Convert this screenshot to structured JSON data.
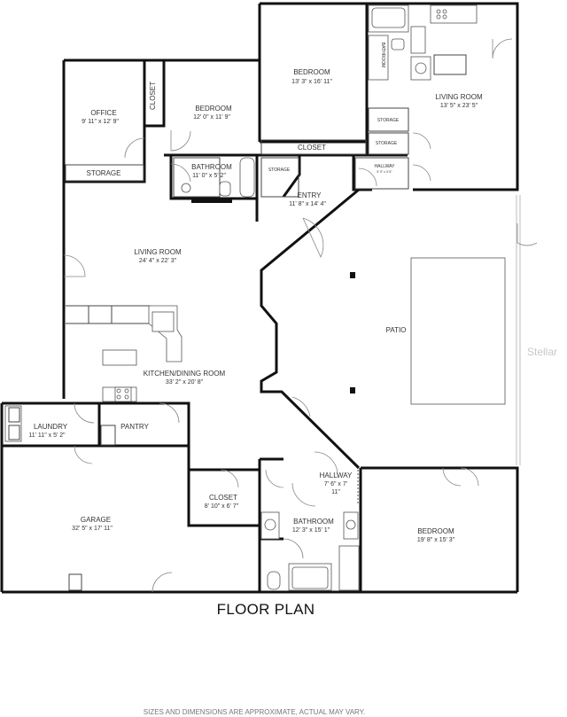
{
  "plan": {
    "title": "FLOOR PLAN",
    "footnote": "SIZES AND DIMENSIONS ARE APPROXIMATE, ACTUAL MAY VARY.",
    "watermark": "Stellar"
  },
  "rooms": {
    "bedroom_top": {
      "name": "BEDROOM",
      "dim": "13' 3\" x 16' 11\""
    },
    "living_room_ne": {
      "name": "LIVING ROOM",
      "dim": "13' 5\" x 23' 5\""
    },
    "bathroom_ne": {
      "name": "BATHROOM"
    },
    "office": {
      "name": "OFFICE",
      "dim": "9' 11\" x 12' 9\""
    },
    "closet_office": {
      "name": "CLOSET"
    },
    "bedroom_nw": {
      "name": "BEDROOM",
      "dim": "12' 0\" x 11' 9\""
    },
    "storage_office": {
      "name": "STORAGE"
    },
    "bathroom_mid": {
      "name": "BATHROOM",
      "dim": "11' 0\" x 5' 2\""
    },
    "storage_mid": {
      "name": "STORAGE"
    },
    "closet_mid": {
      "name": "CLOSET"
    },
    "storage_ne1": {
      "name": "STORAGE"
    },
    "storage_ne2": {
      "name": "STORAGE"
    },
    "hallway_ne": {
      "name": "HALLWAY",
      "dim": "5' 5\" x 3' 5\""
    },
    "entry": {
      "name": "ENTRY",
      "dim": "11' 8\" x 14' 4\""
    },
    "living_room": {
      "name": "LIVING ROOM",
      "dim": "24' 4\" x 22' 3\""
    },
    "patio": {
      "name": "PATIO"
    },
    "kitchen": {
      "name": "KITCHEN/DINING ROOM",
      "dim": "33' 2\" x 20' 8\""
    },
    "laundry": {
      "name": "LAUNDRY",
      "dim": "11' 11\" x 5' 2\""
    },
    "pantry": {
      "name": "PANTRY"
    },
    "hallway_s": {
      "name": "HALLWAY",
      "dim": "7' 6\" x 7'",
      "dim2": "11\""
    },
    "closet_s": {
      "name": "CLOSET",
      "dim": "8' 10\" x 6' 7\""
    },
    "garage": {
      "name": "GARAGE",
      "dim": "32' 5\" x 17' 11\""
    },
    "bathroom_s": {
      "name": "BATHROOM",
      "dim": "12' 3\" x 15' 1\""
    },
    "bedroom_se": {
      "name": "BEDROOM",
      "dim": "19' 8\" x 15' 3\""
    }
  }
}
